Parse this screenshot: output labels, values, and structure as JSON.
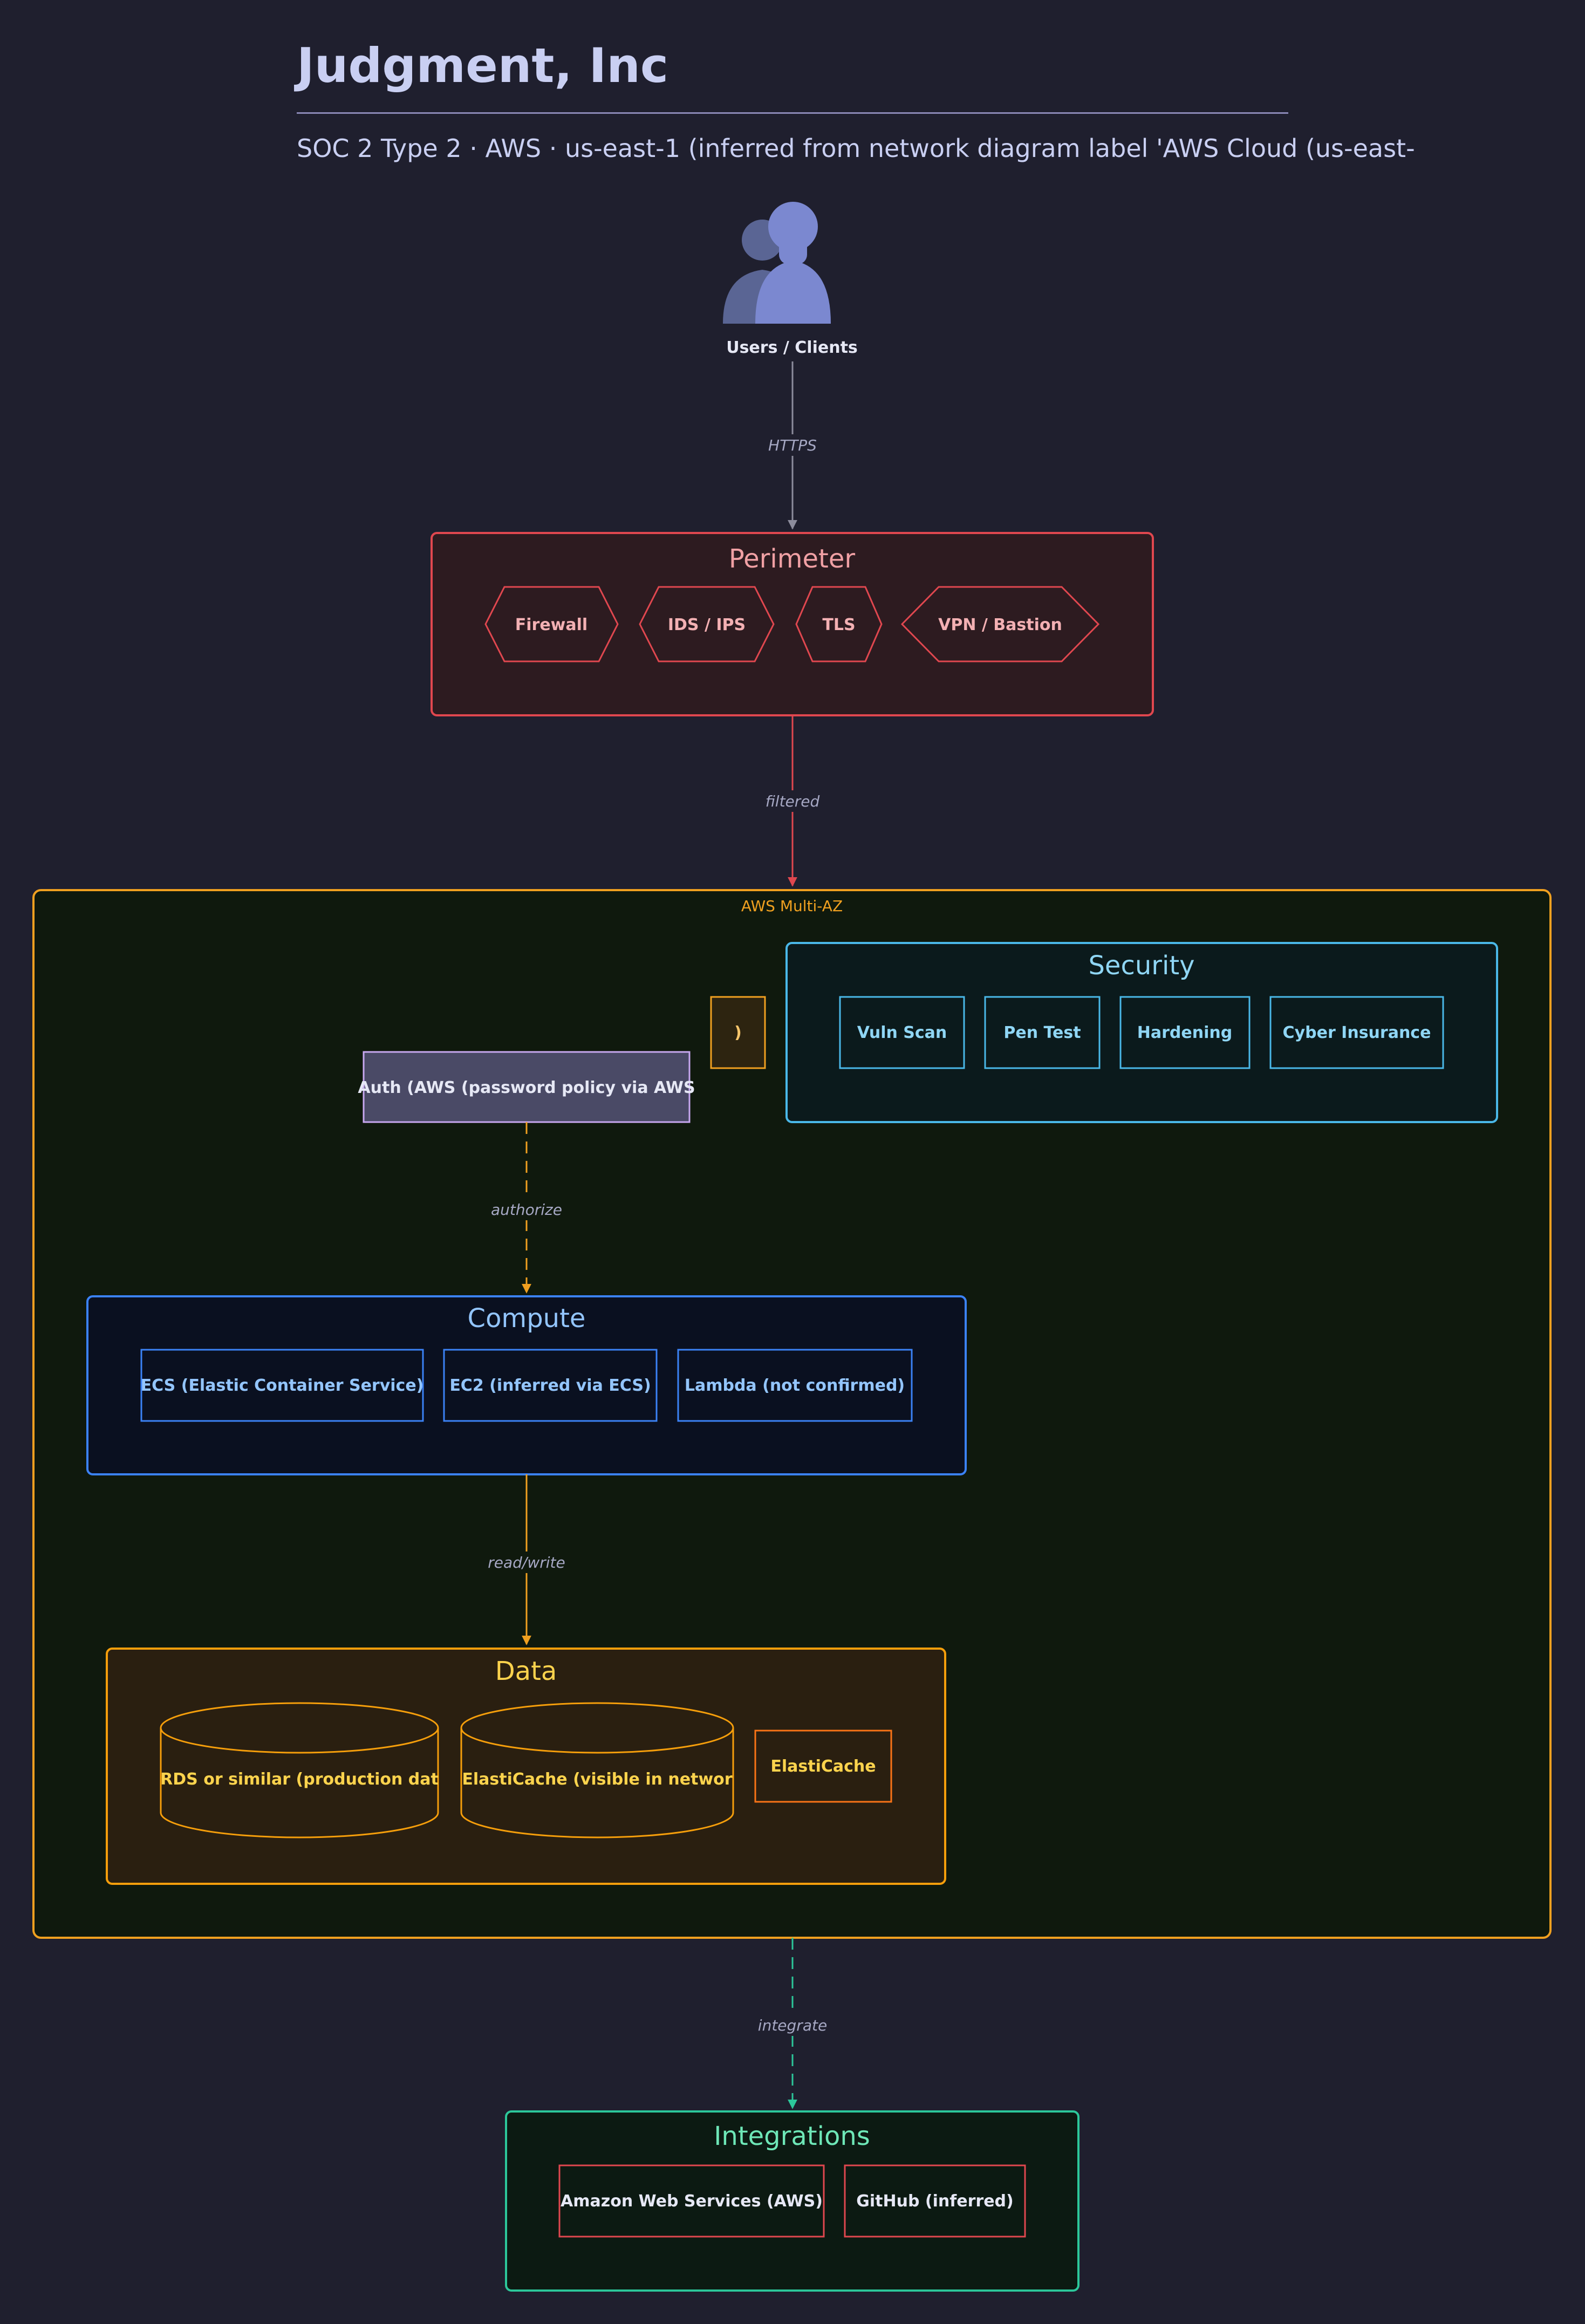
{
  "header": {
    "title": "Judgment, Inc",
    "subtitle": "SOC 2 Type 2 · AWS · us-east-1 (inferred from network diagram label 'AWS Cloud (us-east-"
  },
  "users": {
    "label": "Users / Clients"
  },
  "edges": {
    "https": "HTTPS",
    "filtered": "filtered",
    "authorize": "authorize",
    "read_write": "read/write",
    "integrate": "integrate"
  },
  "perimeter": {
    "title": "Perimeter",
    "items": [
      "Firewall",
      "IDS / IPS",
      "TLS",
      "VPN / Bastion"
    ]
  },
  "aws": {
    "label": "AWS Multi-AZ",
    "small_box": ")",
    "auth": "Auth (AWS (password policy via AWS"
  },
  "security": {
    "title": "Security",
    "items": [
      "Vuln Scan",
      "Pen Test",
      "Hardening",
      "Cyber Insurance"
    ]
  },
  "compute": {
    "title": "Compute",
    "items": [
      "ECS (Elastic Container Service)",
      "EC2 (inferred via ECS)",
      "Lambda (not confirmed)"
    ]
  },
  "data": {
    "title": "Data",
    "items": [
      "RDS or similar (production dat",
      "ElastiCache (visible in networ",
      "ElastiCache"
    ]
  },
  "integrations": {
    "title": "Integrations",
    "items": [
      "Amazon Web Services (AWS)",
      "GitHub (inferred)"
    ]
  },
  "colors": {
    "background": "#1f1f2e",
    "perimeter": "#e0474f",
    "aws": "#f0a020",
    "security": "#4ab8e8",
    "compute": "#3b82f6",
    "data": "#f59e0b",
    "integrations": "#2cc79a",
    "auth": "#c8a8f0"
  }
}
